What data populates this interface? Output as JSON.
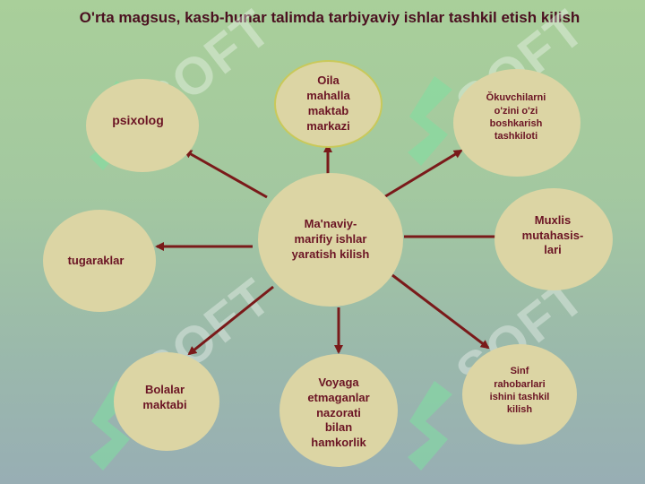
{
  "title": "O'rta magsus, kasb-hunar talimda tarbiyaviy ishlar tashkil etish kilish",
  "center": "Ma'naviy-\nmarifiy ishlar\nyaratish kilish",
  "nodes": {
    "oila": "Oila\nmahalla\nmaktab\nmarkazi",
    "psixolog": "psixolog",
    "okuvchilar": "Ŏkuvchilarni\no'zini o'zi\nboshkarish\ntashkiloti",
    "tugaraklar": "tugaraklar",
    "muxlis": "Muxlis\nmutahasis-\nlari",
    "bolalar": "Bolalar\nmaktabi",
    "voyaga": "Voyaga\netmaganlar\nnazorati\nbilan\nhamkorlik",
    "sinf": "Sinf\nrahobarlari\nishini tashkil\nkilish"
  },
  "watermark": "SOFT",
  "colors": {
    "node_fill": "#dcd5a4",
    "text": "#6b1424",
    "arrow": "#7a1a1a",
    "watermark_logo": "#7ee0a0"
  }
}
